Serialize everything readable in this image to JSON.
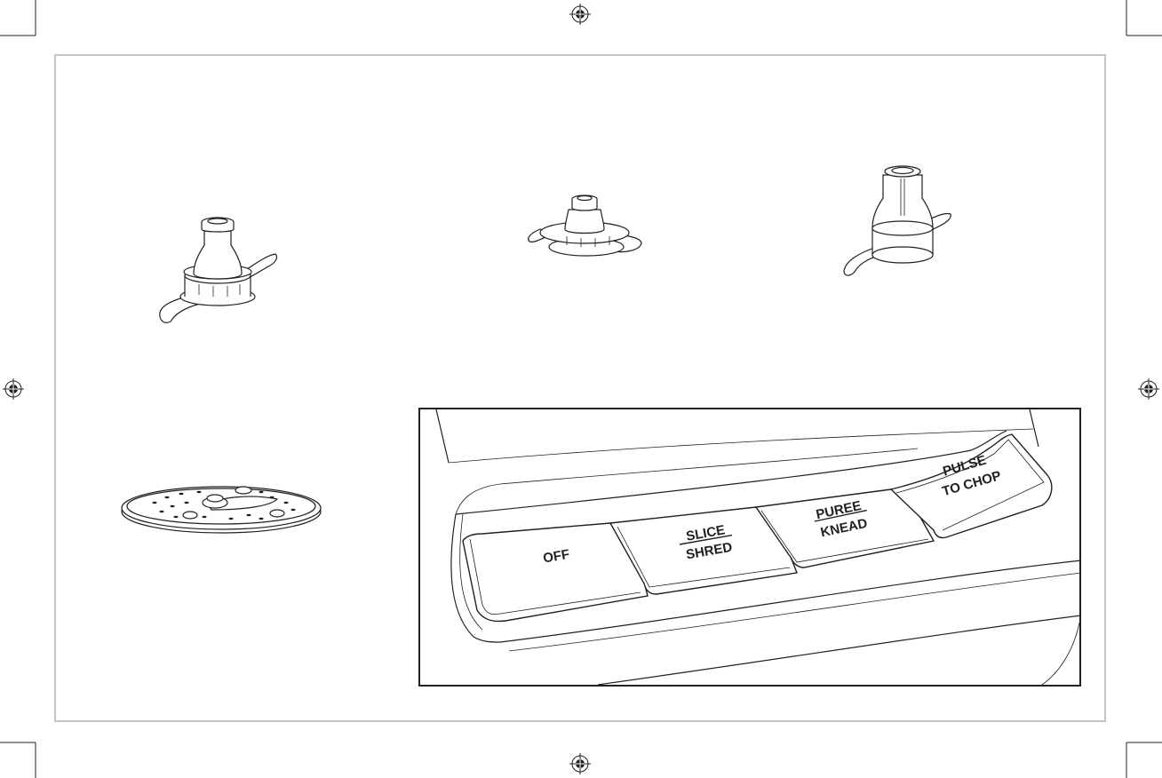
{
  "control_panel": {
    "buttons": [
      {
        "line1": "OFF",
        "line2": ""
      },
      {
        "line1": "SLICE",
        "line2": "SHRED"
      },
      {
        "line1": "PUREE",
        "line2": "KNEAD"
      },
      {
        "line1": "PULSE",
        "line2": "TO CHOP"
      }
    ]
  },
  "colors": {
    "ink": "#231f20",
    "frame": "#c4c4c4"
  }
}
